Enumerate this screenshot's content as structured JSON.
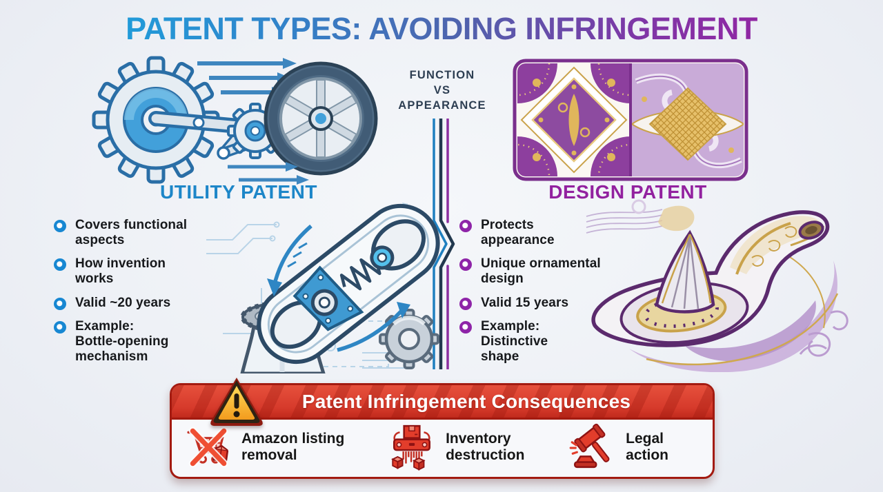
{
  "title": "PATENT TYPES: AVOIDING INFRINGEMENT",
  "center": {
    "lines": [
      "FUNCTION",
      "VS",
      "APPEARANCE"
    ]
  },
  "utility": {
    "heading": "UTILITY PATENT",
    "bullets": [
      "Covers functional\naspects",
      "How invention\nworks",
      "Valid ~20 years",
      "Example:\nBottle-opening\nmechanism"
    ]
  },
  "design": {
    "heading": "DESIGN PATENT",
    "bullets": [
      "Protects\nappearance",
      "Unique ornamental\ndesign",
      "Valid 15 years",
      "Example:\nDistinctive\nshape"
    ]
  },
  "banner": {
    "heading": "Patent Infringement Consequences",
    "items": [
      {
        "icon": "cart-x-icon",
        "label": "Amazon listing\nremoval"
      },
      {
        "icon": "shredder-icon",
        "label": "Inventory\ndestruction"
      },
      {
        "icon": "gavel-icon",
        "label": "Legal\naction"
      }
    ]
  },
  "icons": {
    "warning": "warning-triangle-icon",
    "utility_illustration": "gears-wheel-illustration",
    "design_illustration": "ornamental-tiles-illustration",
    "utility_example": "bottle-opener-illustration",
    "design_example": "juicer-illustration"
  },
  "colors": {
    "title_start": "#1ba3de",
    "title_mid": "#4f63ad",
    "title_end": "#9c1ca1",
    "utility_accent": "#1d86c8",
    "design_accent": "#92219f",
    "utility_bullet": "#1787d2",
    "design_bullet": "#8e24a8",
    "center_text": "#2d3e52",
    "body_text": "#17191c",
    "banner_red": "#d63a2b",
    "banner_border": "#a31a10"
  }
}
